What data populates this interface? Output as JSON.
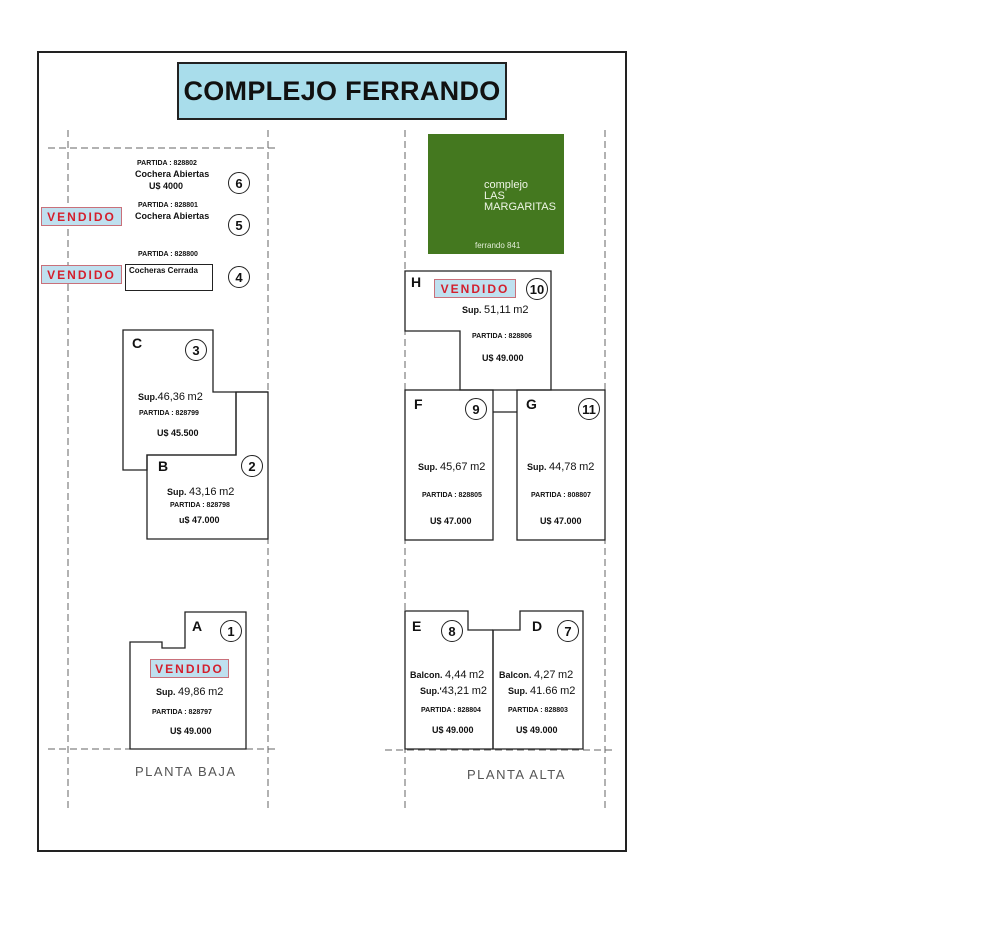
{
  "title": "COMPLEJO FERRANDO",
  "logo": {
    "line1": "complejo",
    "line2": "LAS",
    "line3": "MARGARITAS",
    "address": "ferrando 841",
    "bg_color": "#44781f"
  },
  "sold_label": "VENDIDO",
  "floors": {
    "baja": "PLANTA BAJA",
    "alta": "PLANTA ALTA"
  },
  "parking": [
    {
      "num": "6",
      "partida": "PARTIDA : 828802",
      "desc": "Cochera Abiertas",
      "price": "U$ 4000"
    },
    {
      "num": "5",
      "partida": "PARTIDA : 828801",
      "desc": "Cochera Abiertas",
      "sold": true
    },
    {
      "num": "4",
      "partida": "PARTIDA : 828800",
      "desc": "Cocheras Cerrada",
      "sold": true
    }
  ],
  "units": {
    "A": {
      "letter": "A",
      "num": "1",
      "sup_label": "Sup.",
      "sup": "49,86",
      "unit": "m2",
      "partida": "PARTIDA : 828797",
      "price": "U$ 49.000",
      "sold": true
    },
    "B": {
      "letter": "B",
      "num": "2",
      "sup_label": "Sup.",
      "sup": "43,16",
      "unit": "m2",
      "partida": "PARTIDA : 828798",
      "price": "u$ 47.000"
    },
    "C": {
      "letter": "C",
      "num": "3",
      "sup_label": "Sup.",
      "sup": "46,36",
      "unit": "m2",
      "partida": "PARTIDA : 828799",
      "price": "U$ 45.500"
    },
    "D": {
      "letter": "D",
      "num": "7",
      "balc_label": "Balcon.",
      "balc": "4,27",
      "sup_label": "Sup.",
      "sup": "41.66",
      "unit": "m2",
      "partida": "PARTIDA : 828803",
      "price": "U$ 49.000"
    },
    "E": {
      "letter": "E",
      "num": "8",
      "balc_label": "Balcon.",
      "balc": "4,44",
      "sup_label": "Sup.'",
      "sup": "43,21",
      "unit": "m2",
      "partida": "PARTIDA : 828804",
      "price": "U$ 49.000"
    },
    "F": {
      "letter": "F",
      "num": "9",
      "sup_label": "Sup.",
      "sup": "45,67",
      "unit": "m2",
      "partida": "PARTIDA : 828805",
      "price": "U$ 47.000"
    },
    "G": {
      "letter": "G",
      "num": "11",
      "sup_label": "Sup.",
      "sup": "44,78",
      "unit": "m2",
      "partida": "PARTIDA : 808807",
      "price": "U$ 47.000"
    },
    "H": {
      "letter": "H",
      "num": "10",
      "sup_label": "Sup.",
      "sup": "51,11",
      "unit": "m2",
      "partida": "PARTIDA : 828806",
      "price": "U$ 49.000",
      "sold": true
    }
  }
}
